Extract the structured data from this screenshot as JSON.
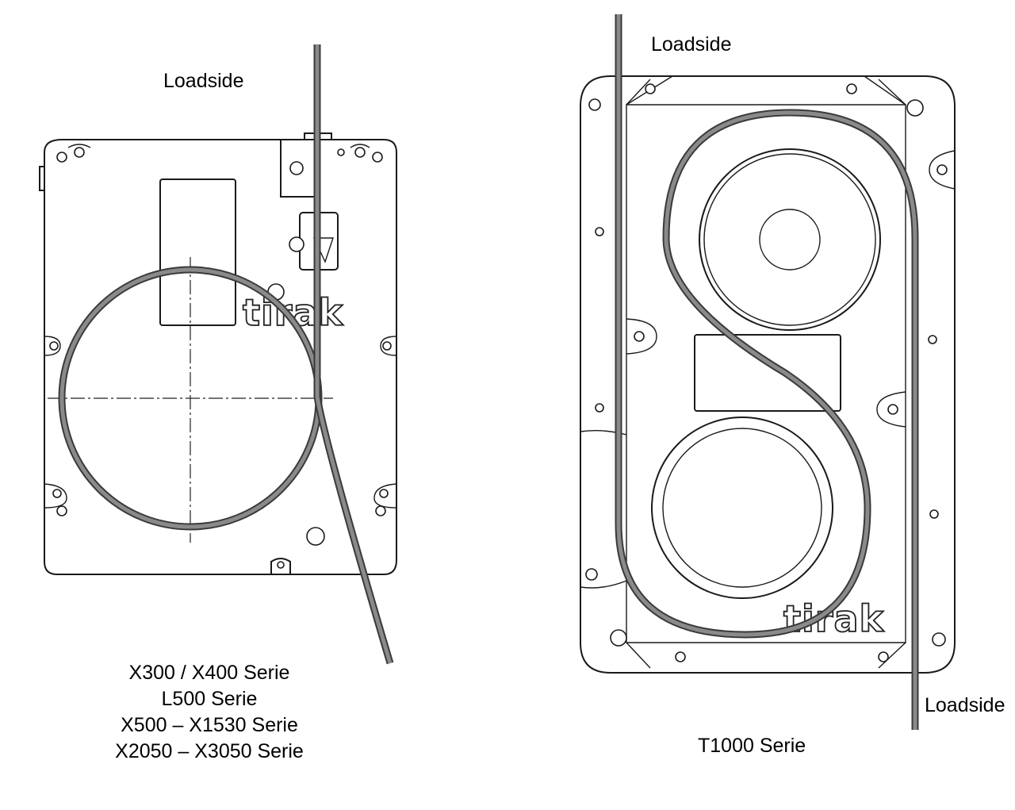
{
  "left_diagram": {
    "loadside_label": "Loadside",
    "logo_text": "tirak",
    "caption_lines": [
      "X300 / X400 Serie",
      "L500 Serie",
      "X500 – X1530 Serie",
      "X2050 – X3050 Serie"
    ]
  },
  "right_diagram": {
    "loadside_top_label": "Loadside",
    "loadside_bottom_label": "Loadside",
    "logo_text": "tirak",
    "caption": "T1000 Serie"
  },
  "colors": {
    "line": "#1a1a1a",
    "belt": "#3a3a3a",
    "background": "#ffffff"
  }
}
